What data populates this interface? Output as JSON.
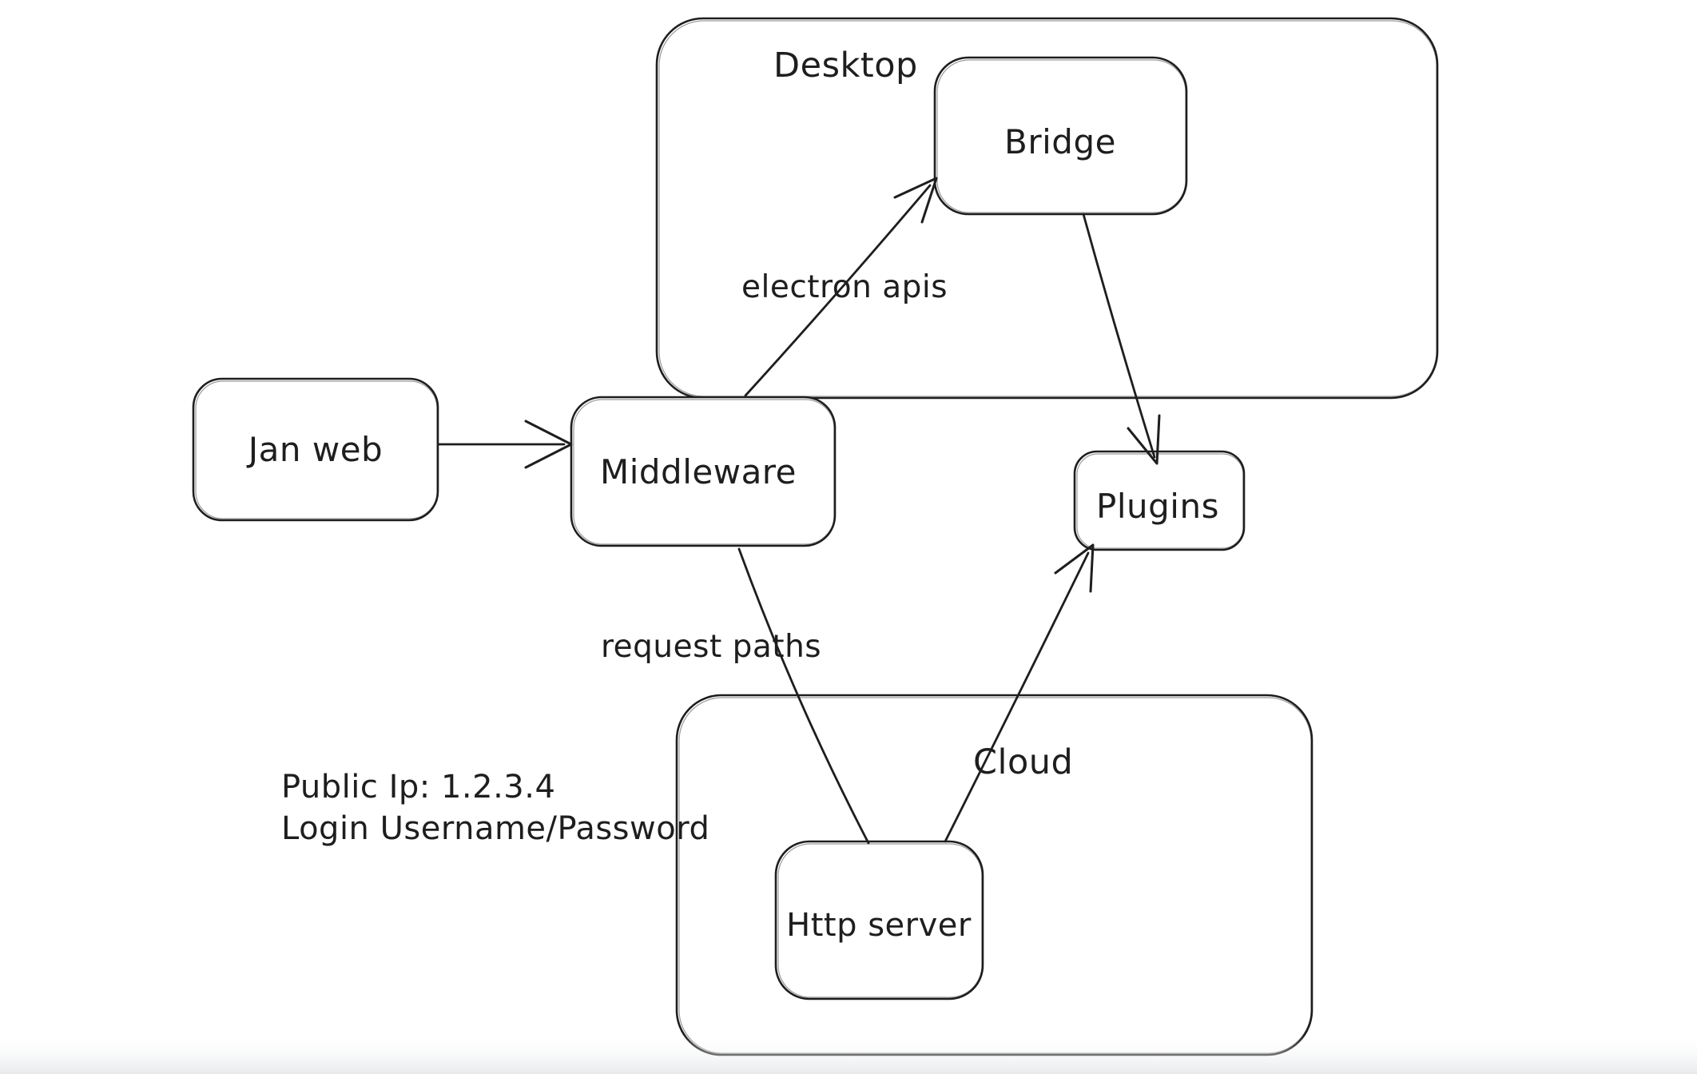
{
  "canvas": {
    "background": "#ffffff",
    "stroke_color": "#1e1e1e",
    "bottom_fade_color": "#eceeef"
  },
  "containers": {
    "desktop": {
      "label": "Desktop"
    },
    "cloud": {
      "label": "Cloud"
    }
  },
  "nodes": {
    "jan_web": {
      "label": "Jan web"
    },
    "middleware": {
      "label": "Middleware"
    },
    "bridge": {
      "label": "Bridge"
    },
    "plugins": {
      "label": "Plugins"
    },
    "http_server": {
      "label": "Http server"
    }
  },
  "edges": [
    {
      "from": "jan_web",
      "to": "middleware",
      "label": ""
    },
    {
      "from": "middleware",
      "to": "bridge",
      "label": "electron apis"
    },
    {
      "from": "bridge",
      "to": "plugins",
      "label": ""
    },
    {
      "from": "middleware",
      "to": "http_server",
      "label": "request paths"
    },
    {
      "from": "http_server",
      "to": "plugins",
      "label": ""
    }
  ],
  "annotations": {
    "public_ip": "Public Ip: 1.2.3.4",
    "login": "Login Username/Password"
  }
}
